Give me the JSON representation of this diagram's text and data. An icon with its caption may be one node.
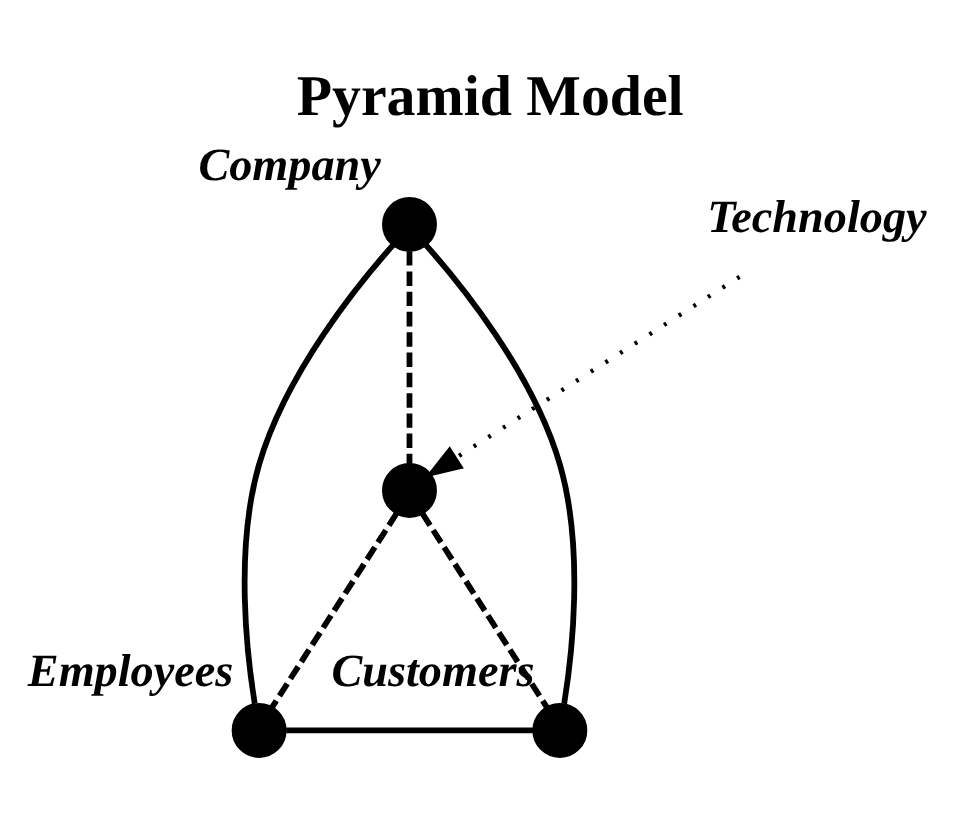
{
  "diagram": {
    "title": "Pyramid Model",
    "nodes": [
      {
        "text": [],
        "shape": "circle",
        "beside": [
          "Company"
        ]
      },
      {
        "text": [
          "Technology"
        ]
      },
      {
        "text": [],
        "shape": "circle"
      },
      {
        "text": [],
        "shape": "circle",
        "beside": [
          "Employees"
        ]
      },
      {
        "text": [],
        "shape": "circle",
        "beside": [
          "Customers"
        ]
      }
    ],
    "edges": [
      {
        "from": 0,
        "to": 3,
        "arrow": "none"
      },
      {
        "from": 0,
        "to": 4,
        "arrow": "none"
      },
      {
        "from": 3,
        "to": 4,
        "arrow": "none"
      },
      {
        "from": 0,
        "to": 2,
        "arrow": "none",
        "style": "dashed"
      },
      {
        "from": 2,
        "to": 3,
        "arrow": "none",
        "style": "dashed"
      },
      {
        "from": 2,
        "to": 4,
        "arrow": "none",
        "style": "dashed"
      },
      {
        "from": 1,
        "to": 2,
        "arrow": "to",
        "style": "dashed"
      }
    ]
  }
}
